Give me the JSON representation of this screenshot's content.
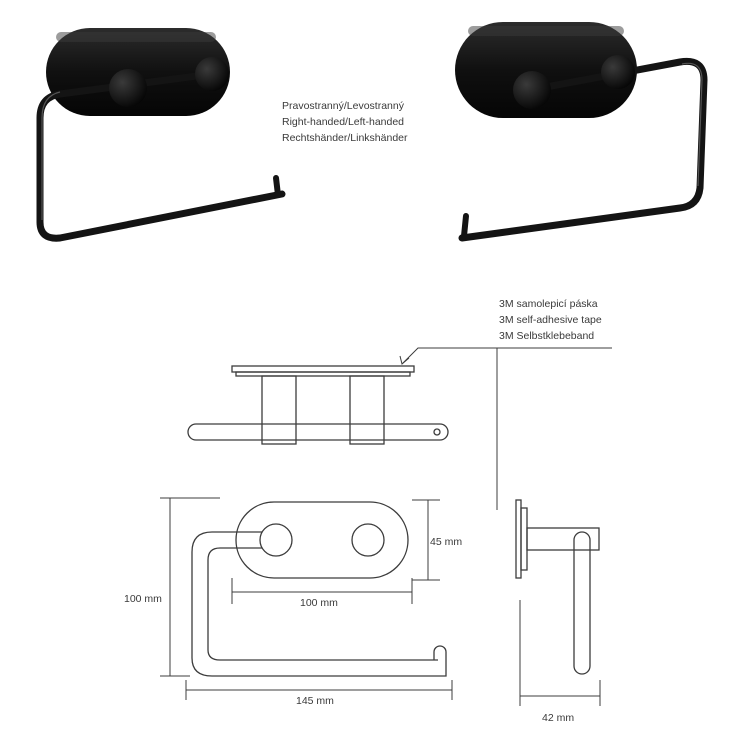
{
  "hand_labels": [
    "Pravostranný/Levostranný",
    "Right-handed/Left-handed",
    "Rechtshänder/Linkshänder"
  ],
  "tape_labels": [
    "3M samolepicí páska",
    "3M self-adhesive tape",
    "3M Selbstklebeband"
  ],
  "dimensions": {
    "height": "100 mm",
    "plate_height": "45 mm",
    "plate_width": "100 mm",
    "total_width": "145 mm",
    "depth": "42 mm"
  },
  "colors": {
    "product": "#141414",
    "line": "#3c3c3c",
    "text": "#3a3a3a"
  }
}
